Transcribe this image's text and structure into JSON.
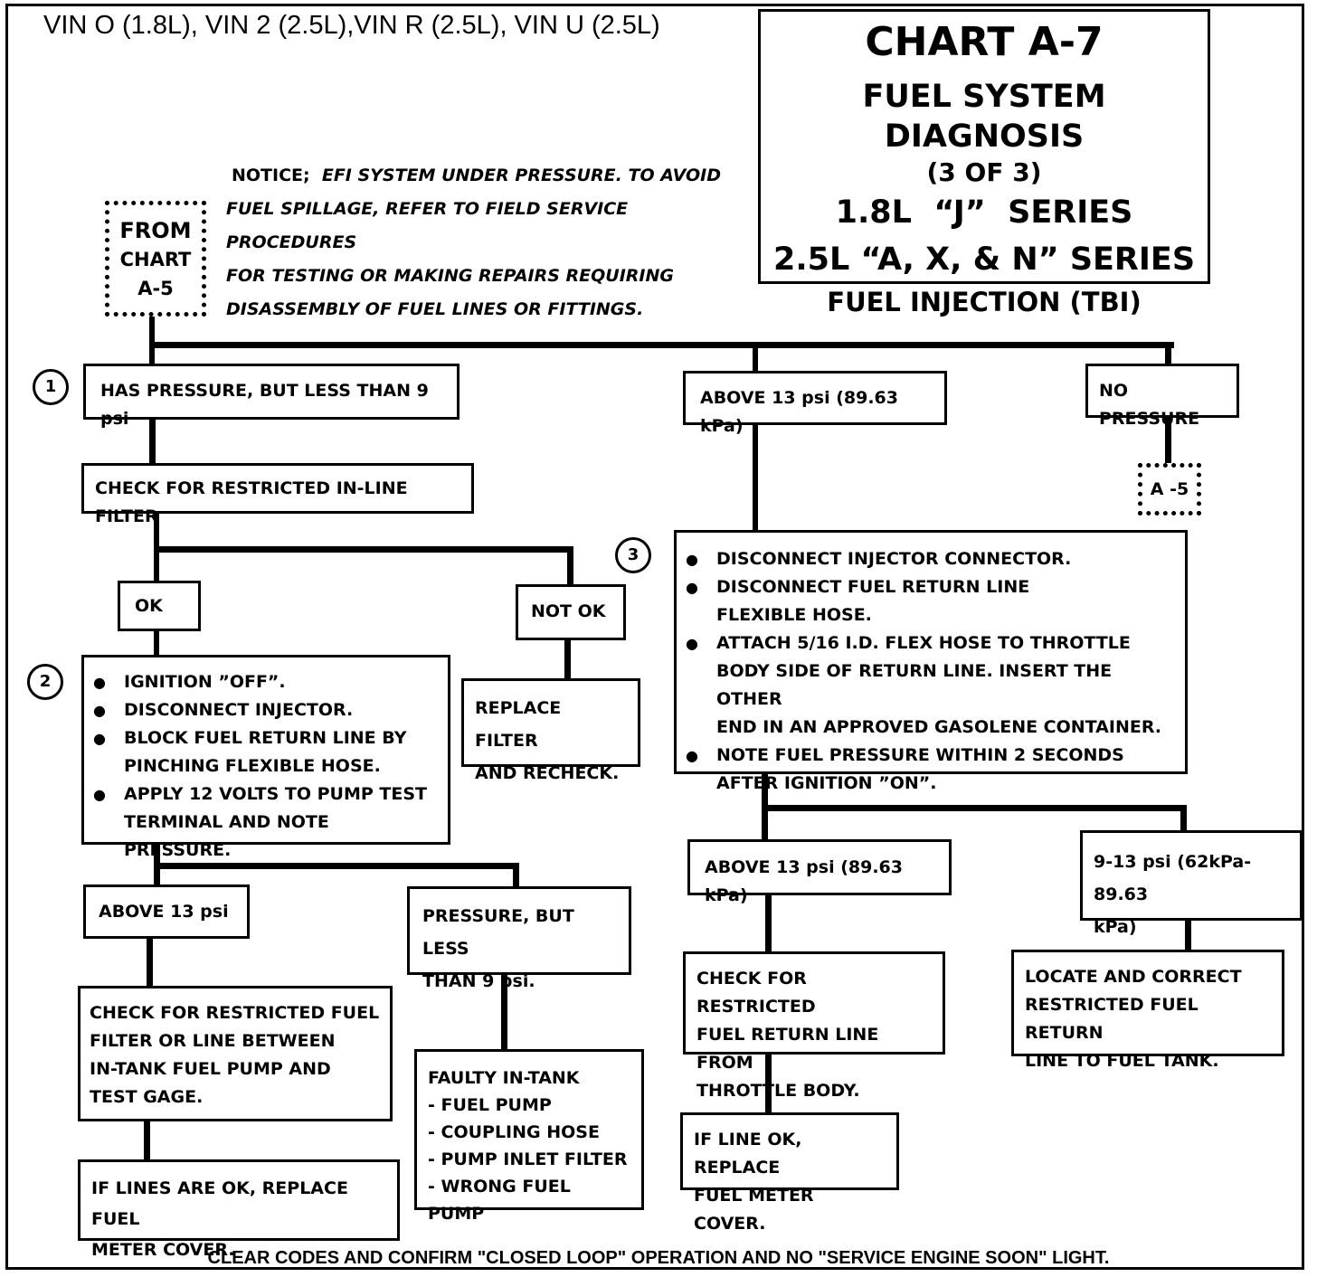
{
  "vin_header": "VIN O (1.8L), VIN 2 (2.5L),VIN R (2.5L), VIN U (2.5L)",
  "title": {
    "chart": "CHART A-7",
    "name": "FUEL SYSTEM DIAGNOSIS",
    "part": "(3 OF 3)",
    "series1": "1.8L  “J”  SERIES",
    "series2": "2.5L “A, X, & N” SERIES",
    "type": "FUEL INJECTION (TBI)"
  },
  "notice": {
    "lead": "NOTICE;",
    "line1": "EFI SYSTEM UNDER PRESSURE.  TO AVOID",
    "line2": "FUEL SPILLAGE, REFER TO FIELD SERVICE PROCEDURES",
    "line3": "FOR TESTING OR MAKING REPAIRS REQUIRING",
    "line4": "DISASSEMBLY OF FUEL LINES OR FITTINGS."
  },
  "from_chart": {
    "l1": "FROM",
    "l2": "CHART",
    "l3": "A-5"
  },
  "step_numbers": {
    "s1": "1",
    "s2": "2",
    "s3": "3"
  },
  "nodes": {
    "has_pressure": "HAS PRESSURE, BUT LESS THAN 9 psi",
    "above13_top": "ABOVE 13 psi (89.63 kPa)",
    "no_pressure": "NO PRESSURE",
    "a5_ref": "A -5",
    "check_filter": "CHECK FOR RESTRICTED IN-LINE FILTER",
    "ok": "OK",
    "not_ok": "NOT OK",
    "replace_filter_1": "REPLACE FILTER",
    "replace_filter_2": "AND RECHECK.",
    "step2": {
      "b1": "IGNITION ”OFF”.",
      "b2": "DISCONNECT INJECTOR.",
      "b3a": "BLOCK FUEL RETURN LINE BY",
      "b3b": "PINCHING FLEXIBLE HOSE.",
      "b4a": "APPLY 12 VOLTS TO PUMP TEST",
      "b4b": "TERMINAL AND NOTE PRESSURE."
    },
    "step3": {
      "b1": "DISCONNECT INJECTOR CONNECTOR.",
      "b2a": "DISCONNECT FUEL RETURN LINE",
      "b2b": "FLEXIBLE HOSE.",
      "b3a": "ATTACH 5/16 I.D. FLEX HOSE TO THROTTLE",
      "b3b": "BODY SIDE OF RETURN LINE.  INSERT THE OTHER",
      "b3c": "END IN AN APPROVED GASOLENE CONTAINER.",
      "b4a": "NOTE FUEL PRESSURE WITHIN 2 SECONDS",
      "b4b": "AFTER IGNITION ”ON”."
    },
    "above13_left": "ABOVE 13 psi",
    "pressure_less_1": "PRESSURE, BUT LESS",
    "pressure_less_2": "THAN 9 psi.",
    "above13_right": "ABOVE 13 psi (89.63 kPa)",
    "range_9_13_1": "9-13 psi (62kPa-89.63",
    "range_9_13_2": "kPa)",
    "check_fuel_filter": {
      "l1": "CHECK FOR  RESTRICTED FUEL",
      "l2": "FILTER OR LINE BETWEEN",
      "l3": "IN-TANK FUEL PUMP AND",
      "l4": "TEST GAGE."
    },
    "faulty": {
      "l1": "FAULTY IN-TANK",
      "l2": "- FUEL PUMP",
      "l3": "- COUPLING HOSE",
      "l4": "- PUMP INLET FILTER",
      "l5": "- WRONG FUEL PUMP"
    },
    "check_return": {
      "l1": "CHECK FOR RESTRICTED",
      "l2": "FUEL RETURN LINE FROM",
      "l3": "THROTTLE BODY."
    },
    "locate": {
      "l1": "LOCATE AND CORRECT",
      "l2": "RESTRICTED FUEL RETURN",
      "l3": "LINE TO FUEL TANK."
    },
    "lines_ok": {
      "l1": "IF LINES ARE OK, REPLACE FUEL",
      "l2": "METER COVER."
    },
    "line_ok": {
      "l1": "IF LINE OK, REPLACE",
      "l2": "FUEL METER COVER."
    }
  },
  "footer": "CLEAR CODES AND CONFIRM \"CLOSED LOOP\" OPERATION AND NO \"SERVICE ENGINE SOON\" LIGHT."
}
